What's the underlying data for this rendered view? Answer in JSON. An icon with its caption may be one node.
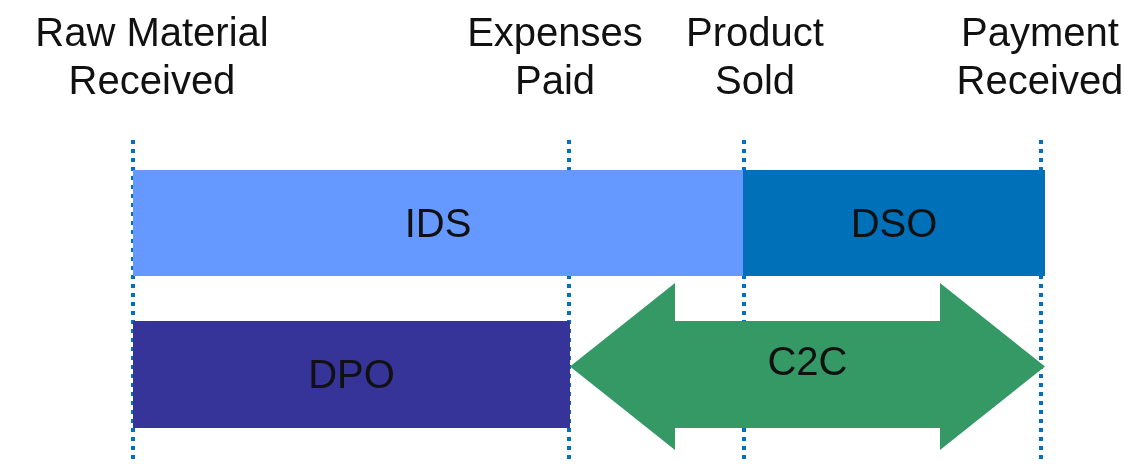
{
  "diagram": {
    "nodes": [
      {
        "text": [
          "IDS"
        ]
      },
      {
        "text": [
          "DSO"
        ]
      },
      {
        "text": [
          "DPO"
        ]
      },
      {
        "text": [
          "C2C"
        ]
      }
    ],
    "labels": [
      "Raw Material Received",
      "Expenses Paid",
      "Product Sold",
      "Payment Received"
    ]
  }
}
